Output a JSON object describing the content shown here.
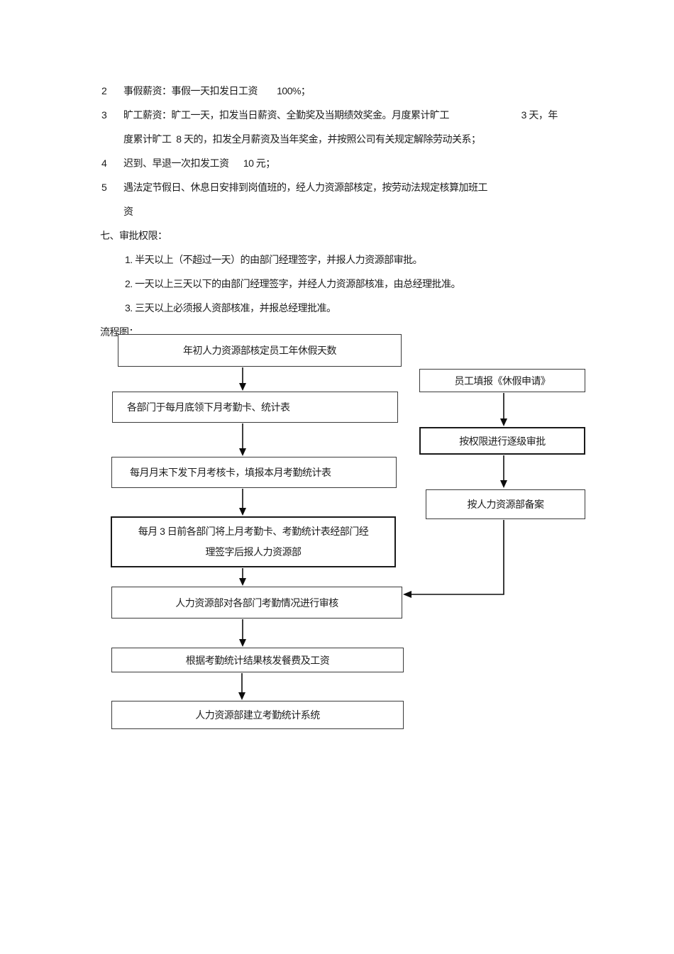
{
  "document": {
    "items": [
      {
        "num": "2",
        "text": "事假薪资：事假一天扣发日工资        100%；"
      },
      {
        "num": "3",
        "text": "旷工薪资：旷工一天，扣发当日薪资、全勤奖及当期绩效奖金。月度累计旷工                              3 天，年\n度累计旷工  8 天的，扣发全月薪资及当年奖金，并按照公司有关规定解除劳动关系；"
      },
      {
        "num": "4",
        "text": "迟到、早退一次扣发工资      10 元；"
      },
      {
        "num": "5",
        "text": "遇法定节假日、休息日安排到岗值班的，经人力资源部核定，按劳动法规定核算加班工\n资"
      }
    ],
    "section_title": "七、审批权限：",
    "sub_items": [
      "1. 半天以上（不超过一天）的由部门经理签字，并报人力资源部审批。",
      "2. 一天以上三天以下的由部门经理签字，并经人力资源部核准，由总经理批准。",
      "3. 三天以上必须报人资部核准，并报总经理批准。"
    ],
    "flow_label": "流程图："
  },
  "flowchart": {
    "left": [
      "年初人力资源部核定员工年休假天数",
      "各部门于每月底领下月考勤卡、统计表",
      "每月月末下发下月考核卡，填报本月考勤统计表",
      "每月 3 日前各部门将上月考勤卡、考勤统计表经部门经\n理签字后报人力资源部",
      "人力资源部对各部门考勤情况进行审核",
      "根据考勤统计结果核发餐费及工资",
      "人力资源部建立考勤统计系统"
    ],
    "right": [
      "员工填报《休假申请》",
      "按权限进行逐级审批",
      "按人力资源部备案"
    ],
    "colors": {
      "border": "#3a3a3a",
      "border_thick": "#1a1a1a",
      "arrow": "#0d0d0d"
    }
  }
}
